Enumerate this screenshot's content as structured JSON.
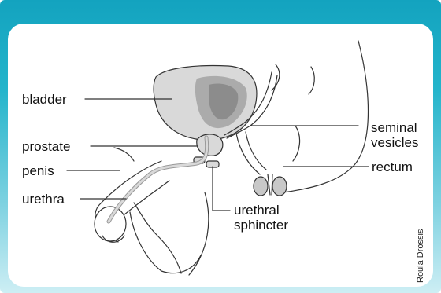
{
  "labels": {
    "bladder": "bladder",
    "prostate": "prostate",
    "penis": "penis",
    "urethra": "urethra",
    "seminal_vesicles_line1": "seminal",
    "seminal_vesicles_line2": "vesicles",
    "rectum": "rectum",
    "urethral_sphincter_line1": "urethral",
    "urethral_sphincter_line2": "sphincter"
  },
  "credit": "Roula Drossis",
  "colors": {
    "frame_top": "#13a3bf",
    "frame_bottom": "#cdeef4",
    "organ_fill": "#d9d9d9",
    "organ_inner": "#a9a9a9",
    "line": "#333333"
  }
}
